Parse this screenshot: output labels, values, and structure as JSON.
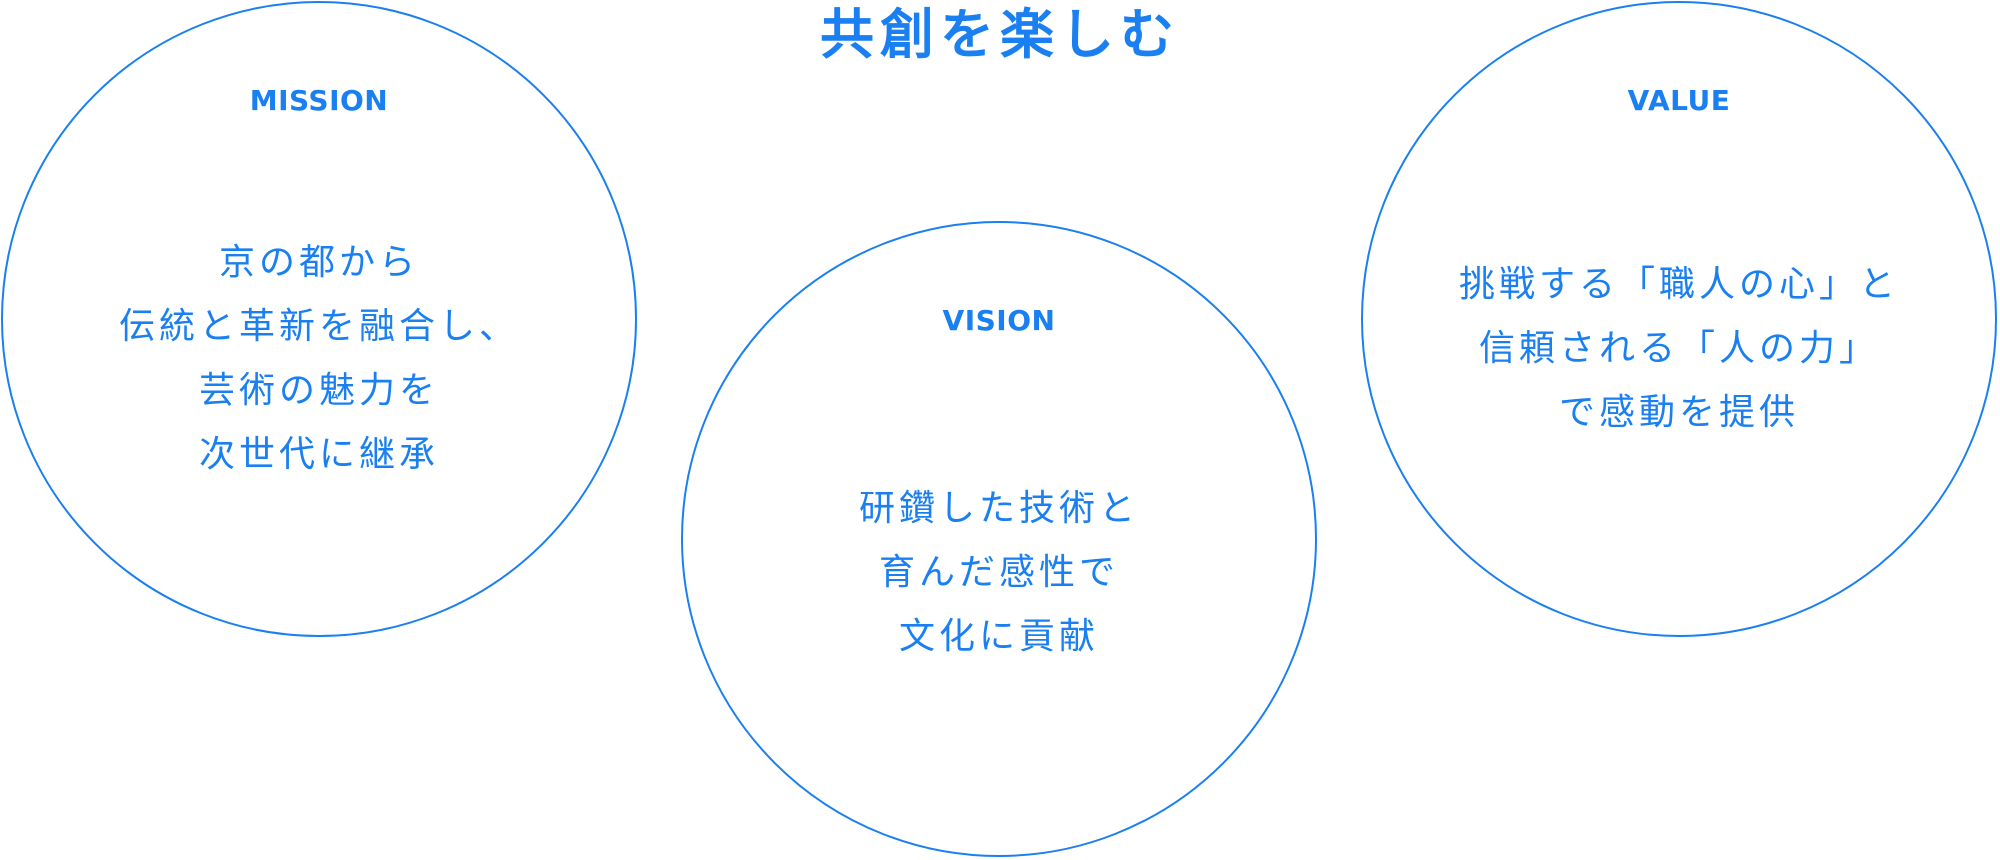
{
  "title": "共創を楽しむ",
  "colors": {
    "accent": "#1a7ff0",
    "background": "#ffffff"
  },
  "circles": {
    "mission": {
      "heading": "MISSION",
      "lines": [
        "京の都から",
        "伝統と革新を融合し、",
        "芸術の魅力を",
        "次世代に継承"
      ]
    },
    "vision": {
      "heading": "VISION",
      "lines": [
        "研鑽した技術と",
        "育んだ感性で",
        "文化に貢献"
      ]
    },
    "value": {
      "heading": "VALUE",
      "lines": [
        "挑戦する「職人の心」と",
        "信頼される「人の力」",
        "で感動を提供"
      ]
    }
  }
}
